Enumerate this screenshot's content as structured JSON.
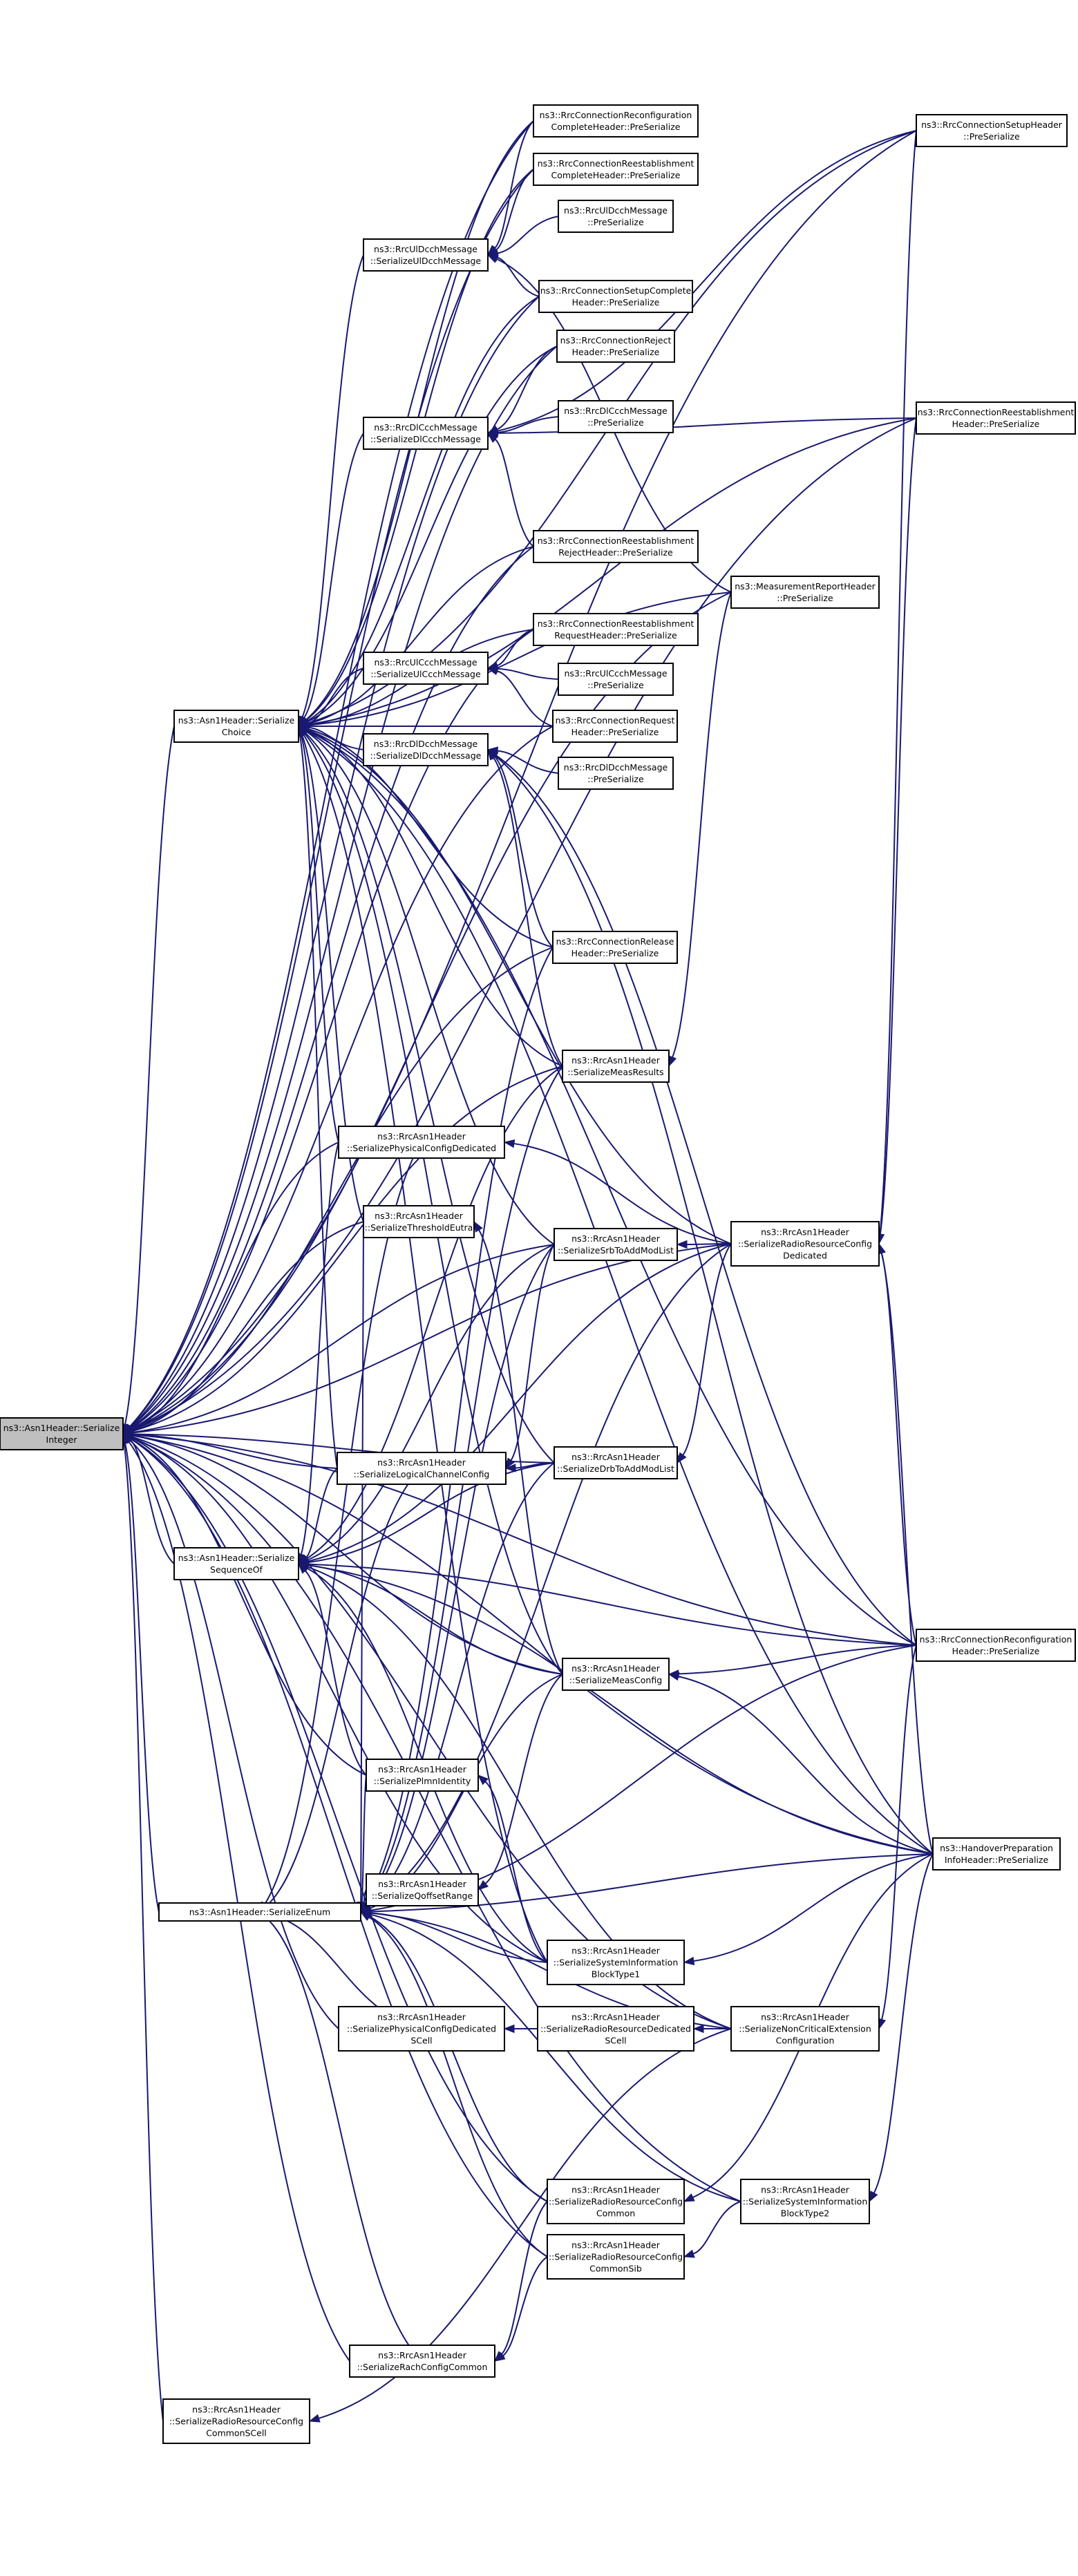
{
  "graph": {
    "colors": {
      "edge": "#191970",
      "node_border": "#000000",
      "node_fill": "#ffffff",
      "root_fill": "#bfbfbf"
    },
    "nodes": [
      {
        "id": "root",
        "lines": [
          "ns3::Asn1Header::Serialize",
          "Integer"
        ],
        "highlight": true
      },
      {
        "id": "choice",
        "lines": [
          "ns3::Asn1Header::Serialize",
          "Choice"
        ]
      },
      {
        "id": "seqof",
        "lines": [
          "ns3::Asn1Header::Serialize",
          "SequenceOf"
        ]
      },
      {
        "id": "enum",
        "lines": [
          "ns3::Asn1Header::SerializeEnum"
        ]
      },
      {
        "id": "rachcommonscell",
        "lines": [
          "ns3::RrcAsn1Header",
          "::SerializeRadioResourceConfig",
          "CommonSCell"
        ]
      },
      {
        "id": "ulcch",
        "lines": [
          "ns3::RrcUlDcchMessage",
          "::SerializeUlDcchMessage"
        ]
      },
      {
        "id": "dlcch",
        "lines": [
          "ns3::RrcDlCcchMessage",
          "::SerializeDlCcchMessage"
        ]
      },
      {
        "id": "ulccch",
        "lines": [
          "ns3::RrcUlCcchMessage",
          "::SerializeUlCcchMessage"
        ]
      },
      {
        "id": "dldcch",
        "lines": [
          "ns3::RrcDlDcchMessage",
          "::SerializeDlDcchMessage"
        ]
      },
      {
        "id": "physded",
        "lines": [
          "ns3::RrcAsn1Header",
          "::SerializePhysicalConfigDedicated"
        ]
      },
      {
        "id": "thresh",
        "lines": [
          "ns3::RrcAsn1Header",
          "::SerializeThresholdEutra"
        ]
      },
      {
        "id": "logch",
        "lines": [
          "ns3::RrcAsn1Header",
          "::SerializeLogicalChannelConfig"
        ]
      },
      {
        "id": "plmn",
        "lines": [
          "ns3::RrcAsn1Header",
          "::SerializePlmnIdentity"
        ]
      },
      {
        "id": "qoff",
        "lines": [
          "ns3::RrcAsn1Header",
          "::SerializeQoffsetRange"
        ]
      },
      {
        "id": "physscell",
        "lines": [
          "ns3::RrcAsn1Header",
          "::SerializePhysicalConfigDedicated",
          "SCell"
        ]
      },
      {
        "id": "rach",
        "lines": [
          "ns3::RrcAsn1Header",
          "::SerializeRachConfigCommon"
        ]
      },
      {
        "id": "reconfcomplete",
        "lines": [
          "ns3::RrcConnectionReconfiguration",
          "CompleteHeader::PreSerialize"
        ]
      },
      {
        "id": "reestcomplete",
        "lines": [
          "ns3::RrcConnectionReestablishment",
          "CompleteHeader::PreSerialize"
        ]
      },
      {
        "id": "uldcchpre",
        "lines": [
          "ns3::RrcUlDcchMessage",
          "::PreSerialize"
        ]
      },
      {
        "id": "setupcomplete",
        "lines": [
          "ns3::RrcConnectionSetupComplete",
          "Header::PreSerialize"
        ]
      },
      {
        "id": "reject",
        "lines": [
          "ns3::RrcConnectionReject",
          "Header::PreSerialize"
        ]
      },
      {
        "id": "dlccchpre",
        "lines": [
          "ns3::RrcDlCcchMessage",
          "::PreSerialize"
        ]
      },
      {
        "id": "reestreject",
        "lines": [
          "ns3::RrcConnectionReestablishment",
          "RejectHeader::PreSerialize"
        ]
      },
      {
        "id": "reestrequest",
        "lines": [
          "ns3::RrcConnectionReestablishment",
          "RequestHeader::PreSerialize"
        ]
      },
      {
        "id": "ulccchpre",
        "lines": [
          "ns3::RrcUlCcchMessage",
          "::PreSerialize"
        ]
      },
      {
        "id": "request",
        "lines": [
          "ns3::RrcConnectionRequest",
          "Header::PreSerialize"
        ]
      },
      {
        "id": "dldcchpre",
        "lines": [
          "ns3::RrcDlDcchMessage",
          "::PreSerialize"
        ]
      },
      {
        "id": "release",
        "lines": [
          "ns3::RrcConnectionRelease",
          "Header::PreSerialize"
        ]
      },
      {
        "id": "measresults",
        "lines": [
          "ns3::RrcAsn1Header",
          "::SerializeMeasResults"
        ]
      },
      {
        "id": "srb",
        "lines": [
          "ns3::RrcAsn1Header",
          "::SerializeSrbToAddModList"
        ]
      },
      {
        "id": "drb",
        "lines": [
          "ns3::RrcAsn1Header",
          "::SerializeDrbToAddModList"
        ]
      },
      {
        "id": "measconfig",
        "lines": [
          "ns3::RrcAsn1Header",
          "::SerializeMeasConfig"
        ]
      },
      {
        "id": "sib1",
        "lines": [
          "ns3::RrcAsn1Header",
          "::SerializeSystemInformation",
          "BlockType1"
        ]
      },
      {
        "id": "rrded",
        "lines": [
          "ns3::RrcAsn1Header",
          "::SerializeRadioResourceDedicated",
          "SCell"
        ]
      },
      {
        "id": "rrcommon",
        "lines": [
          "ns3::RrcAsn1Header",
          "::SerializeRadioResourceConfig",
          "Common"
        ]
      },
      {
        "id": "rrcommonsib",
        "lines": [
          "ns3::RrcAsn1Header",
          "::SerializeRadioResourceConfig",
          "CommonSib"
        ]
      },
      {
        "id": "measreport",
        "lines": [
          "ns3::MeasurementReportHeader",
          "::PreSerialize"
        ]
      },
      {
        "id": "rrcd",
        "lines": [
          "ns3::RrcAsn1Header",
          "::SerializeRadioResourceConfig",
          "Dedicated"
        ]
      },
      {
        "id": "noncrit",
        "lines": [
          "ns3::RrcAsn1Header",
          "::SerializeNonCriticalExtension",
          "Configuration"
        ]
      },
      {
        "id": "sib2",
        "lines": [
          "ns3::RrcAsn1Header",
          "::SerializeSystemInformation",
          "BlockType2"
        ]
      },
      {
        "id": "setup",
        "lines": [
          "ns3::RrcConnectionSetupHeader",
          "::PreSerialize"
        ]
      },
      {
        "id": "reest",
        "lines": [
          "ns3::RrcConnectionReestablishment",
          "Header::PreSerialize"
        ]
      },
      {
        "id": "reconf",
        "lines": [
          "ns3::RrcConnectionReconfiguration",
          "Header::PreSerialize"
        ]
      },
      {
        "id": "handover",
        "lines": [
          "ns3::HandoverPreparation",
          "InfoHeader::PreSerialize"
        ]
      }
    ]
  }
}
